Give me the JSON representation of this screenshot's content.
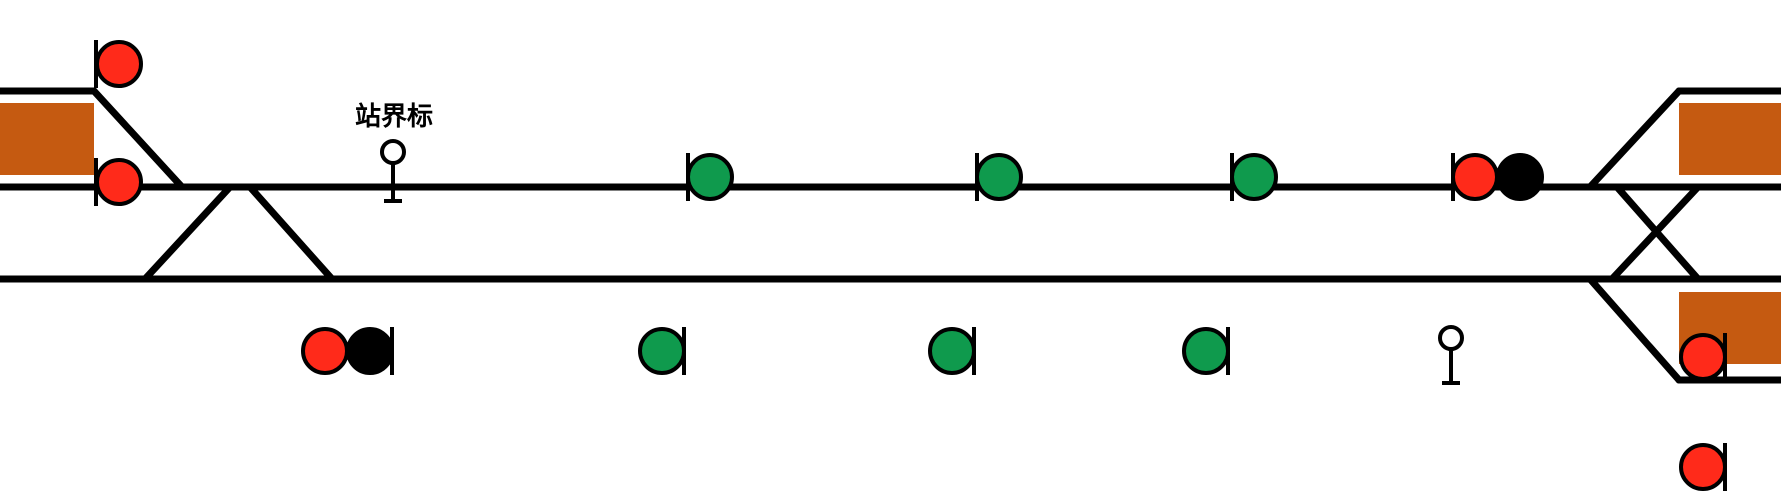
{
  "labels": {
    "station_boundary": "站界标"
  },
  "colors": {
    "track": "#000000",
    "platform": "#c55a11",
    "signal_red": "#ff2a1a",
    "signal_green": "#0f9a4d",
    "signal_dark": "#000000",
    "background": "#ffffff"
  },
  "signals": [
    {
      "id": "upper-left-top",
      "lamps": [
        "red"
      ],
      "facing": "right"
    },
    {
      "id": "upper-left-platform",
      "lamps": [
        "red"
      ],
      "facing": "right"
    },
    {
      "id": "upper-main-1",
      "lamps": [
        "green"
      ],
      "facing": "right"
    },
    {
      "id": "upper-main-2",
      "lamps": [
        "green"
      ],
      "facing": "right"
    },
    {
      "id": "upper-main-3",
      "lamps": [
        "green"
      ],
      "facing": "right"
    },
    {
      "id": "upper-entry",
      "lamps": [
        "red",
        "dark"
      ],
      "facing": "right"
    },
    {
      "id": "lower-entry",
      "lamps": [
        "dark",
        "red"
      ],
      "facing": "left"
    },
    {
      "id": "lower-main-1",
      "lamps": [
        "green"
      ],
      "facing": "left"
    },
    {
      "id": "lower-main-2",
      "lamps": [
        "green"
      ],
      "facing": "left"
    },
    {
      "id": "lower-main-3",
      "lamps": [
        "green"
      ],
      "facing": "left"
    },
    {
      "id": "lower-right-platform",
      "lamps": [
        "red"
      ],
      "facing": "left"
    },
    {
      "id": "lower-right-bottom",
      "lamps": [
        "red"
      ],
      "facing": "left"
    }
  ],
  "boundary_markers": [
    {
      "id": "upper-boundary-marker",
      "labeled": true
    },
    {
      "id": "lower-boundary-marker",
      "labeled": false
    }
  ]
}
